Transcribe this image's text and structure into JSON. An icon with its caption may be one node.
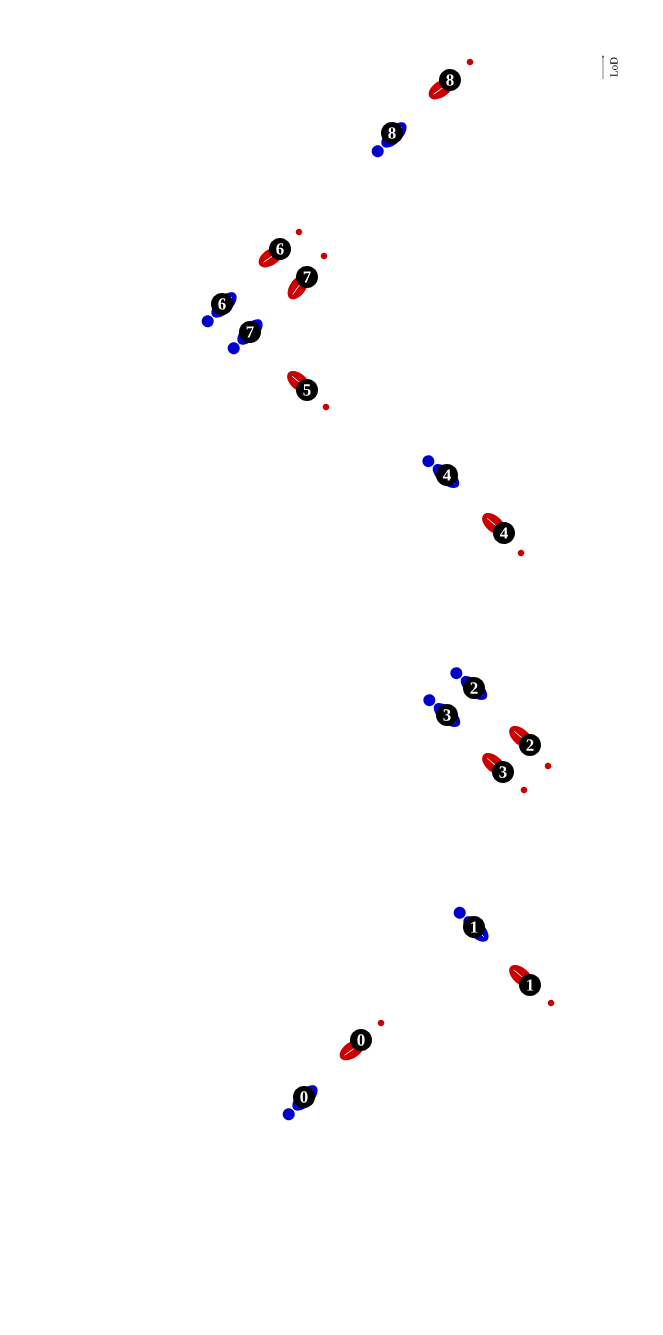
{
  "diagram": {
    "nodes": [
      {
        "text": [
          "8"
        ]
      },
      {
        "text": [
          "8"
        ]
      },
      {
        "text": [
          "6"
        ]
      },
      {
        "text": [
          "7"
        ]
      },
      {
        "text": [
          "6"
        ]
      },
      {
        "text": [
          "7"
        ]
      },
      {
        "text": [
          "5"
        ]
      },
      {
        "text": [
          "4"
        ]
      },
      {
        "text": [
          "4"
        ]
      },
      {
        "text": [
          "2"
        ]
      },
      {
        "text": [
          "3"
        ]
      },
      {
        "text": [
          "2"
        ]
      },
      {
        "text": [
          "3"
        ]
      },
      {
        "text": [
          "1"
        ]
      },
      {
        "text": [
          "1"
        ]
      },
      {
        "text": [
          "0"
        ]
      },
      {
        "text": [
          "0"
        ]
      }
    ],
    "labels": [
      "LoD"
    ]
  }
}
